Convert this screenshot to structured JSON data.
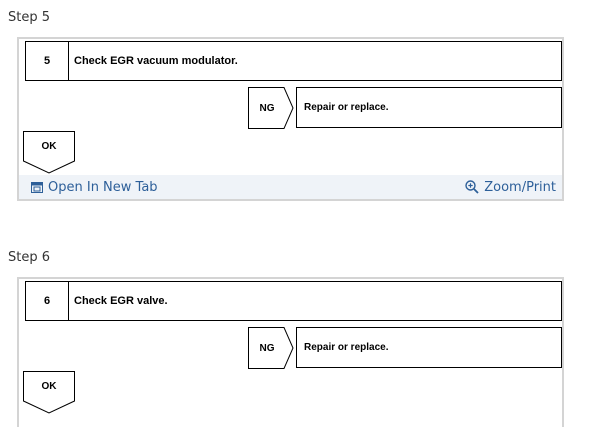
{
  "steps": [
    {
      "heading": "Step 5",
      "number": "5",
      "title": "Check EGR vacuum modulator.",
      "ng_label": "NG",
      "ng_action": "Repair or replace.",
      "ok_label": "OK",
      "toolbar": {
        "open_new_tab": "Open In New Tab",
        "zoom_print": "Zoom/Print"
      }
    },
    {
      "heading": "Step 6",
      "number": "6",
      "title": "Check EGR valve.",
      "ng_label": "NG",
      "ng_action": "Repair or replace.",
      "ok_label": "OK"
    }
  ],
  "colors": {
    "link": "#2d5f99",
    "toolbar_bg": "#eff3f8",
    "card_border": "#d4d4d4"
  },
  "icons": {
    "open_new_tab": "new-tab-icon",
    "zoom_print": "zoom-in-icon"
  }
}
